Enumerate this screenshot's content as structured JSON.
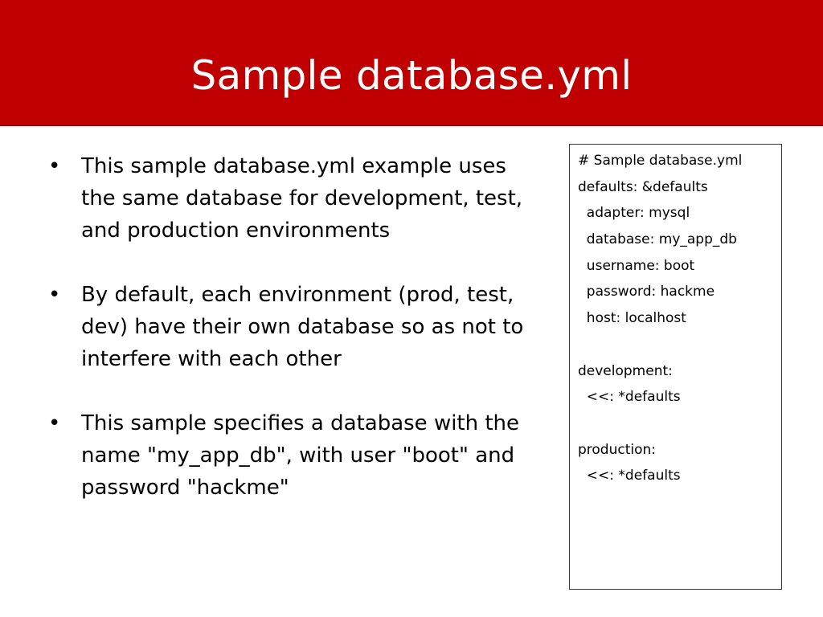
{
  "slide": {
    "title": "Sample database.yml",
    "bullet_symbol": "•",
    "bullets": [
      "This sample database.yml example uses the same database for development, test, and production environments",
      "By default,  each environment (prod, test, dev) have their own database so as not to interfere with each other",
      "This sample specifies a database with the name \"my_app_db\", with user \"boot\" and password \"hackme\""
    ],
    "code_lines": [
      "# Sample database.yml",
      "defaults: &defaults",
      "  adapter: mysql",
      "  database: my_app_db",
      "  username: boot",
      "  password: hackme",
      "  host: localhost",
      "",
      "development:",
      "  <<: *defaults",
      "",
      "production:",
      "  <<: *defaults"
    ]
  },
  "colors": {
    "title_background": "#c00000",
    "title_text": "#ffffff"
  }
}
